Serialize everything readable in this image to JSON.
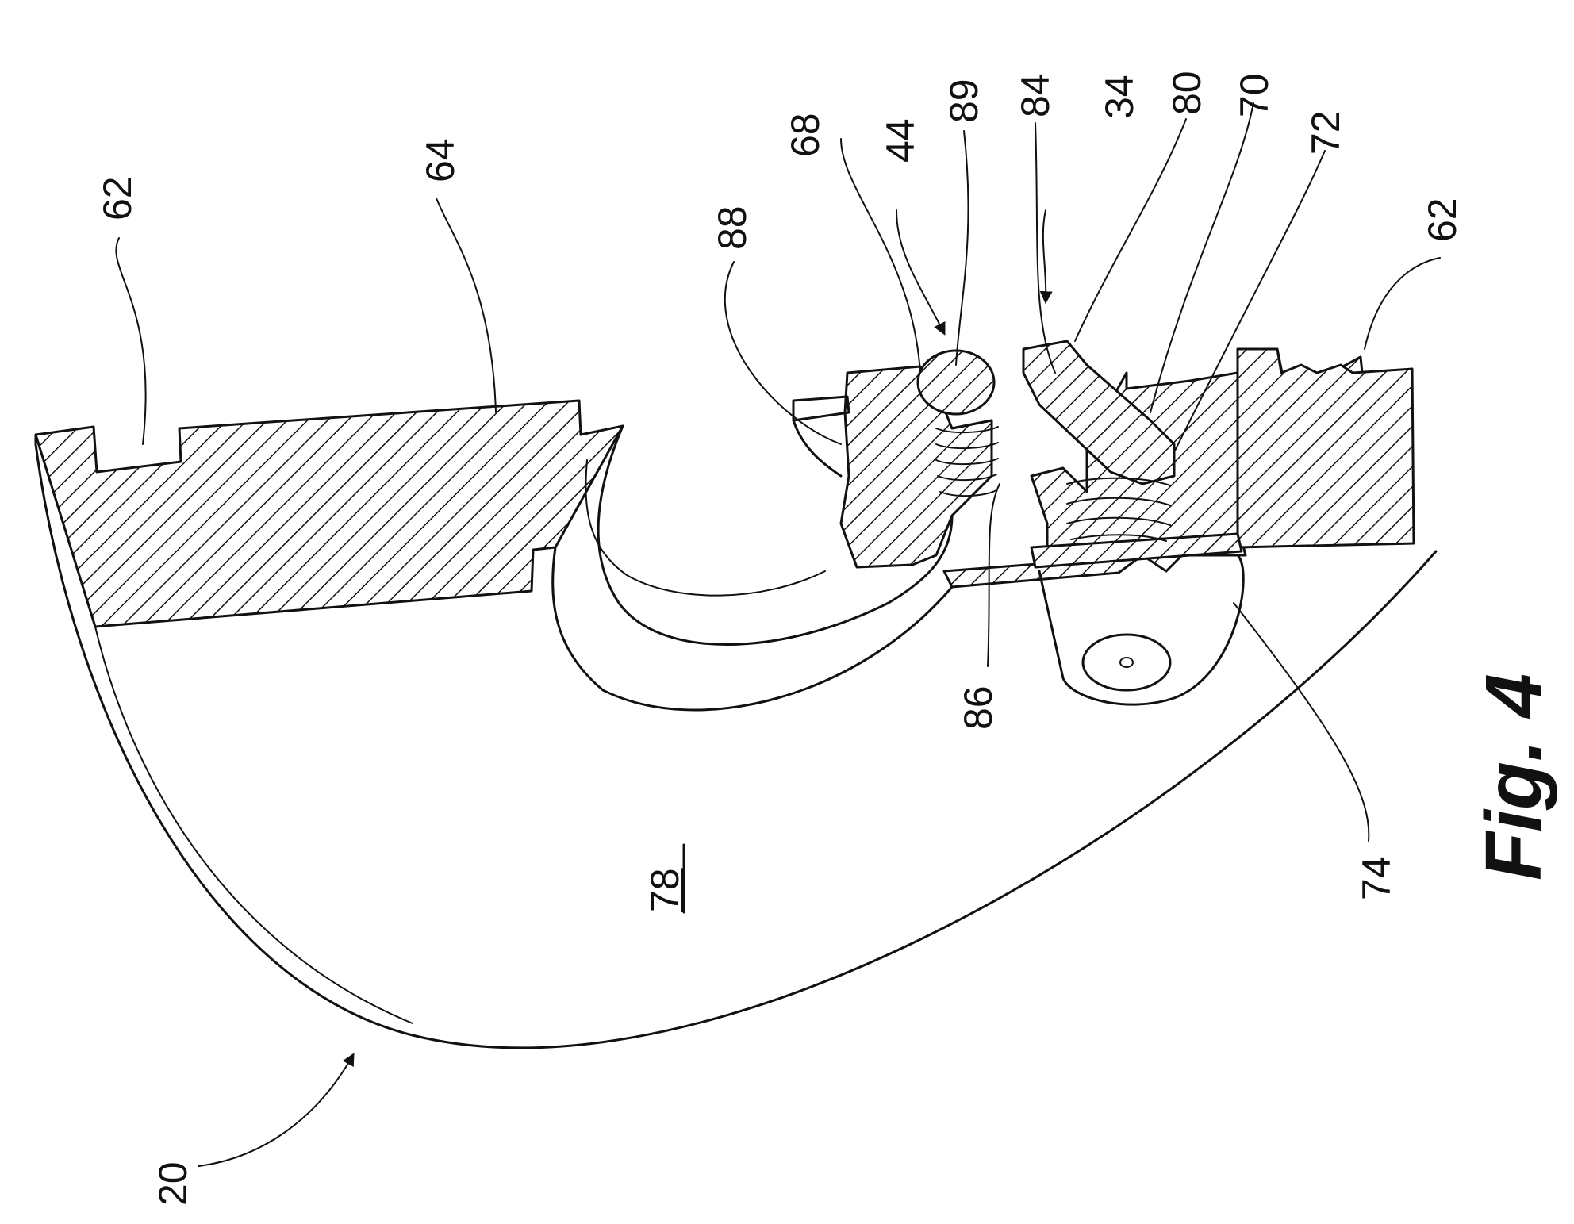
{
  "figure": {
    "title": "Fig. 4",
    "reference_numerals": {
      "r20": "20",
      "r34": "34",
      "r44": "44",
      "r62_left": "62",
      "r62_right": "62",
      "r64": "64",
      "r68": "68",
      "r70": "70",
      "r72": "72",
      "r74": "74",
      "r78": "78",
      "r80": "80",
      "r84": "84",
      "r86": "86",
      "r88": "88",
      "r89": "89"
    }
  }
}
